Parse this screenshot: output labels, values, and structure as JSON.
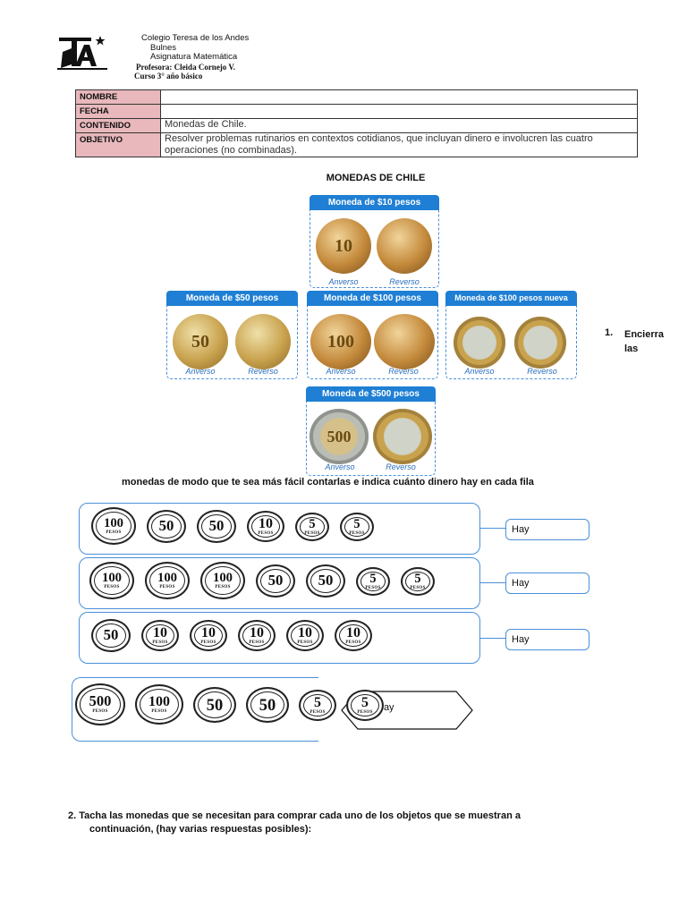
{
  "header": {
    "school_lines": [
      "Colegio Teresa de los Andes",
      "Bulnes",
      "Asignatura Matemática"
    ],
    "teacher": "Profesora: Cleida Cornejo V.",
    "course": "Curso 3° año básico"
  },
  "info_table": [
    {
      "label": "NOMBRE",
      "value": ""
    },
    {
      "label": "FECHA",
      "value": ""
    },
    {
      "label": "CONTENIDO",
      "value": "Monedas de Chile."
    },
    {
      "label": "OBJETIVO",
      "value": "Resolver problemas rutinarios en contextos cotidianos, que incluyan dinero e involucren las cuatro operaciones (no combinadas)."
    }
  ],
  "section_title": "MONEDAS DE CHILE",
  "cards": [
    {
      "title": "Moneda de $10 pesos",
      "front": "Anverso",
      "back": "Reverso",
      "front_num": "10"
    },
    {
      "title": "Moneda de $50 pesos",
      "front": "Anverso",
      "back": "Reverso",
      "front_num": "50"
    },
    {
      "title": "Moneda de $100 pesos",
      "front": "Anverso",
      "back": "Reverso",
      "front_num": "100"
    },
    {
      "title": "Moneda de $100 pesos nueva",
      "front": "Anverso",
      "back": "Reverso",
      "front_num": ""
    },
    {
      "title": "Moneda de $500 pesos",
      "front": "Anverso",
      "back": "Reverso",
      "front_num": "500"
    }
  ],
  "question1": {
    "number": "1.",
    "text": "Encierra las"
  },
  "instructions": "monedas de modo que te sea más fácil contarlas e indica cuánto dinero hay en cada fila",
  "coin_rows": [
    {
      "coins": [
        "100",
        "50",
        "50",
        "10",
        "5",
        "5"
      ],
      "answer_label": "Hay"
    },
    {
      "coins": [
        "100",
        "100",
        "100",
        "50",
        "50",
        "5",
        "5"
      ],
      "answer_label": "Hay"
    },
    {
      "coins": [
        "50",
        "10",
        "10",
        "10",
        "10",
        "10"
      ],
      "answer_label": "Hay"
    },
    {
      "coins": [
        "500",
        "100",
        "50",
        "50",
        "5",
        "5"
      ],
      "answer_label": "Hay"
    }
  ],
  "coin_word": "PESOS",
  "question2": {
    "line1": "2. Tacha las monedas que se necesitan para comprar cada uno de los objetos que se muestran a",
    "line2": "continuación, (hay varias respuestas posibles):"
  },
  "colors": {
    "accent": "#1f7fd4",
    "label_bg": "#e8b8bc",
    "border": "#4a90d9"
  }
}
